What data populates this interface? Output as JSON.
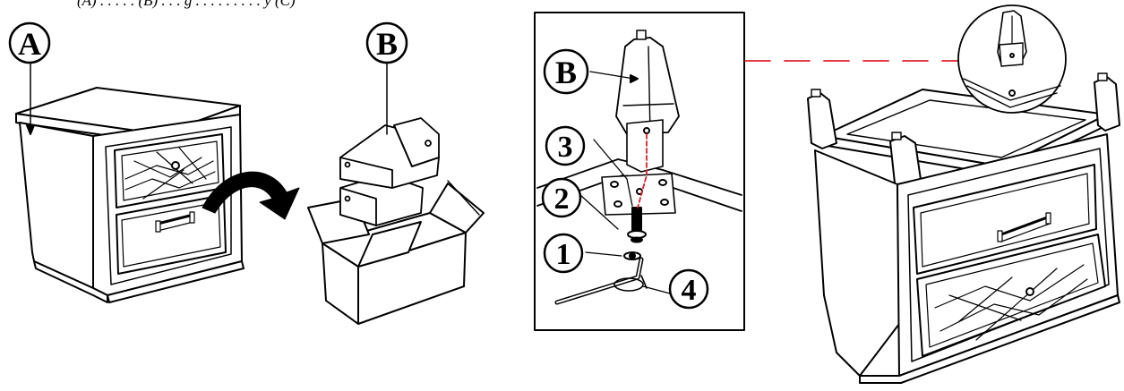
{
  "caption_fragment": "(A)  . . . . . (B)  . . . g . . . . . . . . . y (C)",
  "callouts": {
    "a": "A",
    "b_box": "B",
    "b_detail": "B",
    "part_1": "1",
    "part_2": "2",
    "part_3": "3",
    "part_4": "4"
  },
  "colors": {
    "ink": "#000000",
    "leader_line": "#e0202a"
  }
}
